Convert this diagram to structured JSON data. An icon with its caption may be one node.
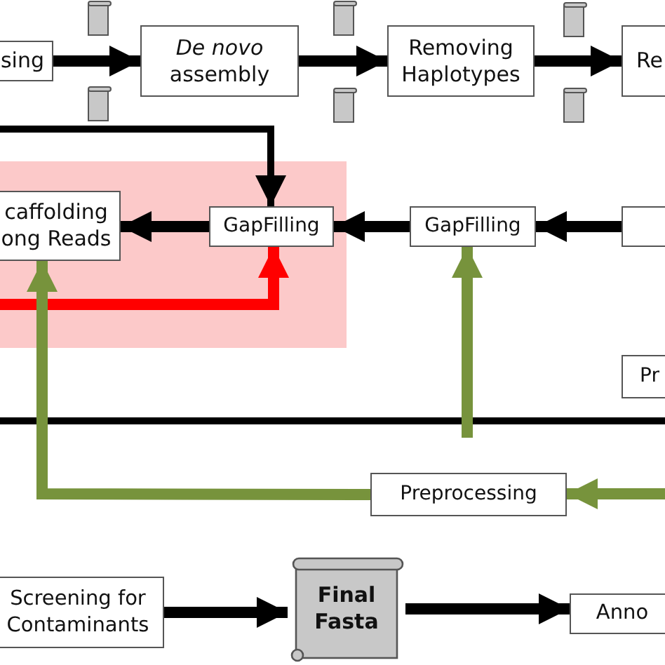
{
  "diagram": {
    "nodes": [
      {
        "text": [
          "sing"
        ]
      },
      {
        "text": [
          "*De novo* assembly"
        ]
      },
      {
        "text": [
          "Removing Haplotypes"
        ]
      },
      {
        "text": [
          "Re"
        ]
      },
      {
        "text": [],
        "shape": "box"
      },
      {
        "text": [
          "caffolding ong Reads"
        ],
        "in": 4
      },
      {
        "text": [
          "GapFilling"
        ],
        "in": 4
      },
      {
        "text": [
          "GapFilling"
        ]
      },
      {
        "text": [],
        "shape": "box"
      },
      {
        "text": [
          "Pr"
        ]
      },
      {
        "text": [
          "Preprocessing"
        ]
      },
      {
        "text": [
          "Screening for Contaminants"
        ]
      },
      {
        "text": [
          "Final Fasta"
        ]
      },
      {
        "text": [
          "Anno"
        ]
      }
    ],
    "edges": [
      {
        "from": 0,
        "to": 1,
        "arrow": "to"
      },
      {
        "from": 1,
        "to": 2,
        "arrow": "to"
      },
      {
        "from": 2,
        "to": 3,
        "arrow": "to"
      },
      {
        "from": null,
        "to": 6,
        "arrow": "to"
      },
      {
        "from": 6,
        "to": 5,
        "arrow": "to"
      },
      {
        "from": 7,
        "to": 6,
        "arrow": "to"
      },
      {
        "from": 8,
        "to": 7,
        "arrow": "to"
      },
      {
        "from": null,
        "to": 6,
        "arrow": "to",
        "color": "#ff0000"
      },
      {
        "from": 10,
        "to": 5,
        "arrow": "to",
        "color": "#77933c"
      },
      {
        "from": null,
        "to": 7,
        "arrow": "to",
        "color": "#77933c"
      },
      {
        "from": null,
        "to": 10,
        "arrow": "to",
        "color": "#77933c"
      },
      {
        "from": 11,
        "to": 12,
        "arrow": "to"
      },
      {
        "from": 12,
        "to": 13,
        "arrow": "to"
      }
    ]
  }
}
